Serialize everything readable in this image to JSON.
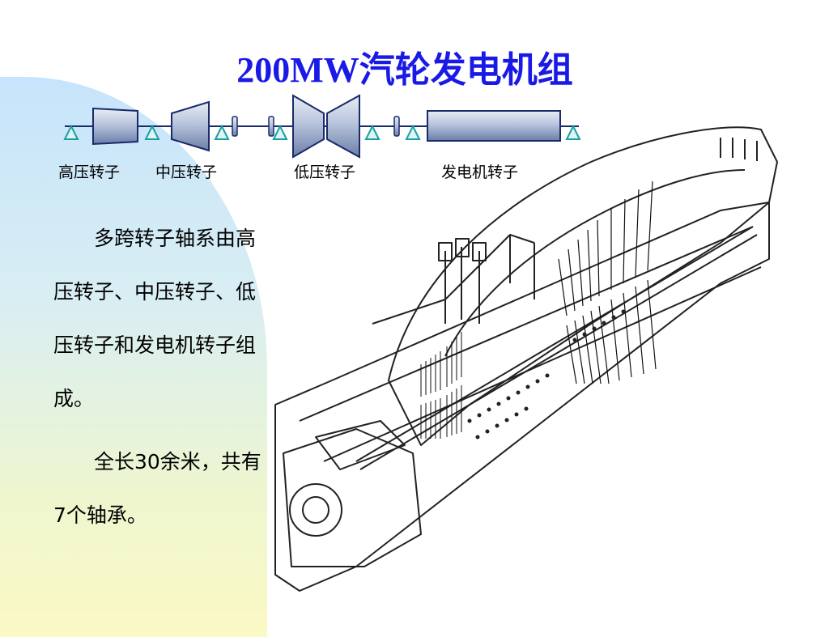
{
  "title": "200MW汽轮发电机组",
  "rotor_labels": {
    "hp": "高压转子",
    "ip": "中压转子",
    "lp": "低压转子",
    "gen": "发电机转子"
  },
  "paragraphs": [
    "多跨转子轴系由高压转子、中压转子、低压转子和发电机转子组成。",
    "全长30余米，共有7个轴承。"
  ],
  "colors": {
    "title": "#1a1ae6",
    "bearing": "#1aa0a0"
  }
}
